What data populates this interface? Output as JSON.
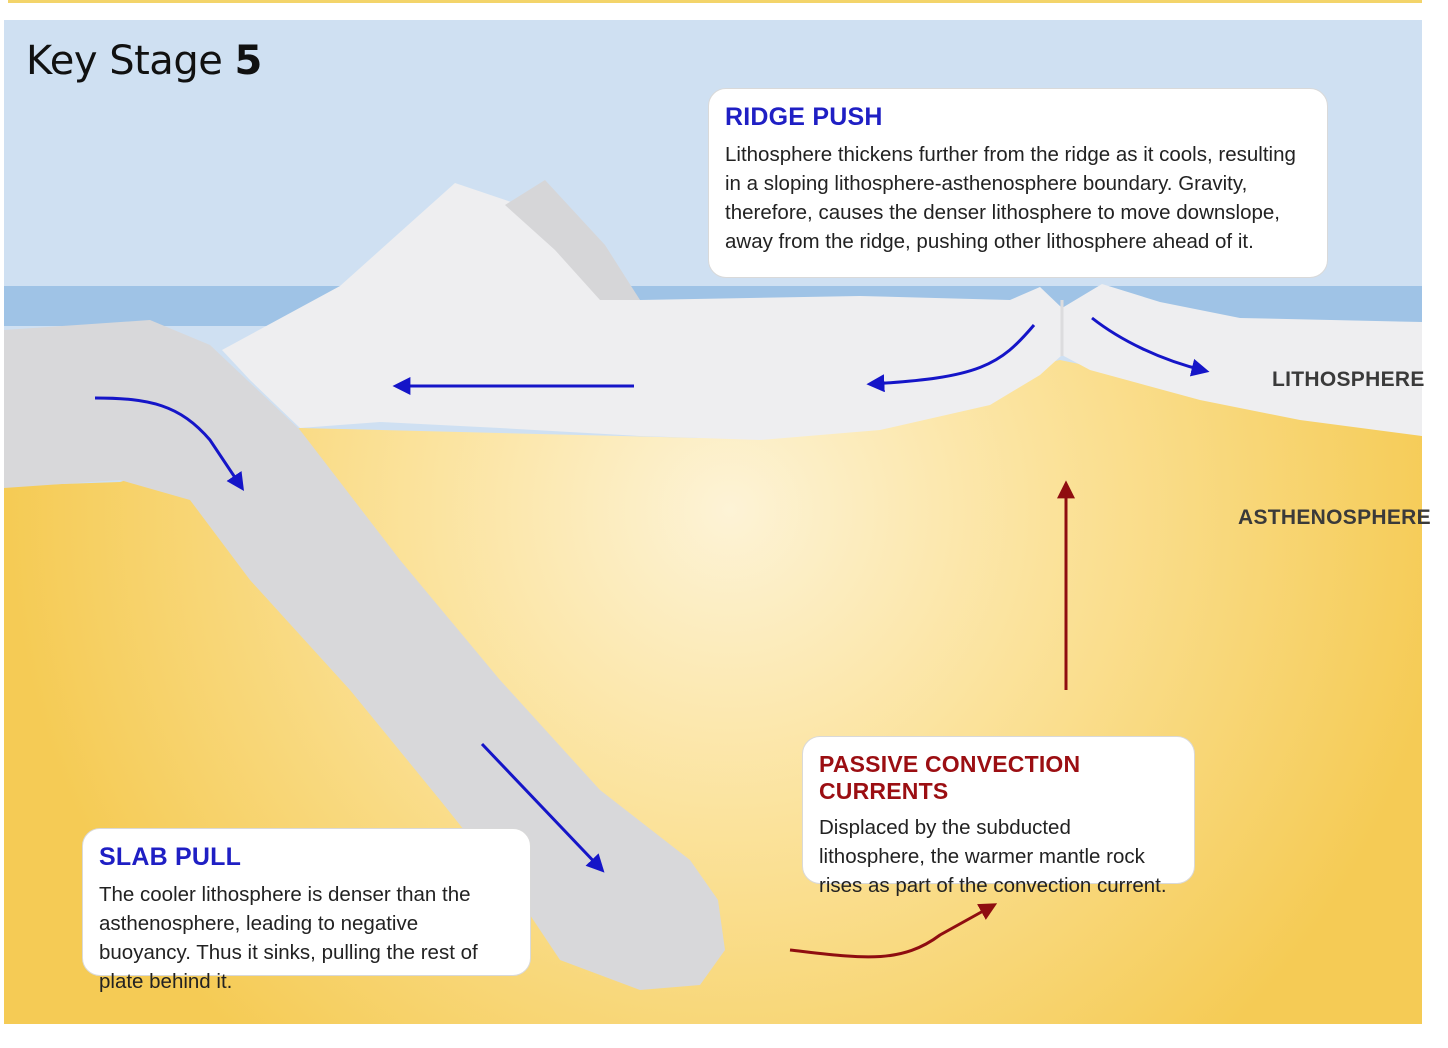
{
  "title": {
    "prefix": "Key Stage ",
    "number": "5"
  },
  "layers": {
    "lithosphere": "LITHOSPHERE",
    "asthenosphere": "ASTHENOSPHERE"
  },
  "callouts": {
    "ridge_push": {
      "heading": "RIDGE PUSH",
      "body": "Lithosphere thickens further from the ridge as it cools, resulting in a sloping lithosphere-asthenosphere boundary. Gravity, therefore, causes the denser lithosphere to move downslope, away from the ridge, pushing other lithosphere ahead of it."
    },
    "passive_convection": {
      "heading": "PASSIVE CONVECTION CURRENTS",
      "body": "Displaced by the subducted lithosphere, the warmer mantle rock rises as part of the convection current."
    },
    "slab_pull": {
      "heading": "SLAB PULL",
      "body": "The cooler lithosphere is denser than the asthenosphere, leading to negative buoyancy. Thus it sinks, pulling the rest of plate behind it."
    }
  },
  "colors": {
    "sky": "#cfe0f2",
    "sea": "#9fc3e6",
    "lithosphere": "#eeeef0",
    "slab": "#d8d8da",
    "mantle_warm": "#fdf0cf",
    "mantle_edge": "#f6cf62",
    "blue_arrow": "#1515c8",
    "red_arrow": "#8f0d10"
  }
}
